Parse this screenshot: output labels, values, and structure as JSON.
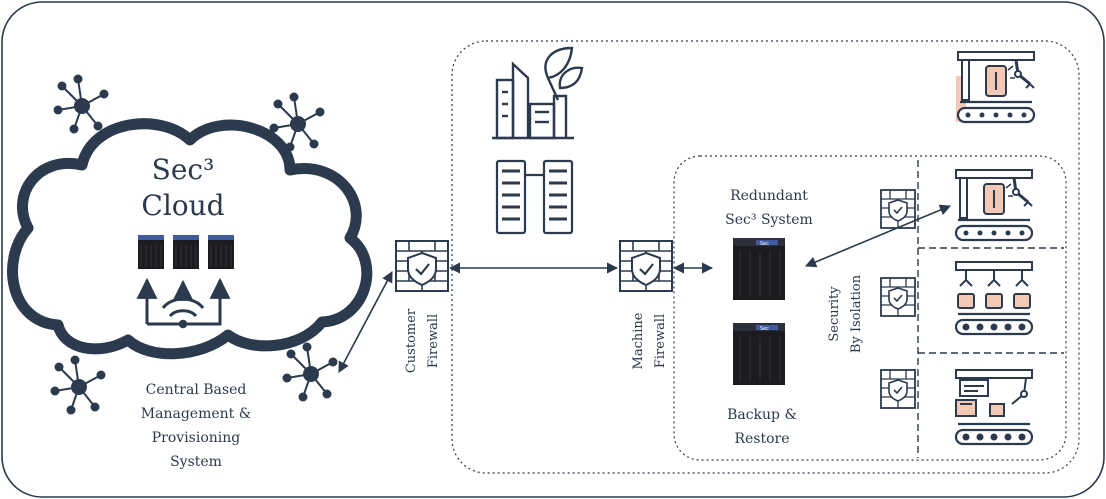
{
  "cloud": {
    "title_line1": "Sec³",
    "title_line2": "Cloud"
  },
  "management": {
    "line1": "Central Based",
    "line2": "Management &",
    "line3": "Provisioning",
    "line4": "System"
  },
  "customer_firewall": {
    "line1": "Customer",
    "line2": "Firewall"
  },
  "machine_firewall": {
    "line1": "Machine",
    "line2": "Firewall"
  },
  "redundant": {
    "line1": "Redundant",
    "line2": "Sec³ System"
  },
  "backup": {
    "line1": "Backup &",
    "line2": "Restore"
  },
  "isolation": {
    "line1": "Security",
    "line2": "By Isolation"
  },
  "server_badge": "Sec",
  "colors": {
    "line": "#2b3a4d",
    "accent": "#f3c9b5",
    "server": "#1c1c20",
    "server_badge": "#3f5a9e"
  }
}
